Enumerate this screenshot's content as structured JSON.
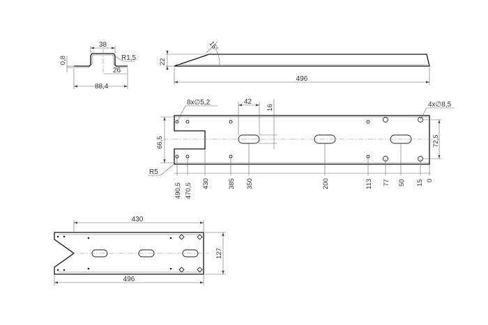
{
  "section_view": {
    "top_width": "38",
    "thickness": "0,8",
    "bend_radius": "R1,5",
    "offset": "26",
    "flange_width": "88,4"
  },
  "side_view": {
    "height": "22",
    "angle": "15°",
    "length": "496"
  },
  "plan_view": {
    "holes_small": "8x∅5,2",
    "holes_large": "4x∅8,5",
    "slot_length": "42",
    "slot_width": "16",
    "inner_height": "66,5",
    "hole_spacing_vertical": "72,5",
    "corner_radius": "R5",
    "ordinates": [
      "490,5",
      "470,5",
      "430",
      "385",
      "350",
      "200",
      "113",
      "77",
      "50",
      "15",
      "0"
    ]
  },
  "bottom_view": {
    "length_top": "430",
    "width": "127",
    "length_total": "496"
  }
}
